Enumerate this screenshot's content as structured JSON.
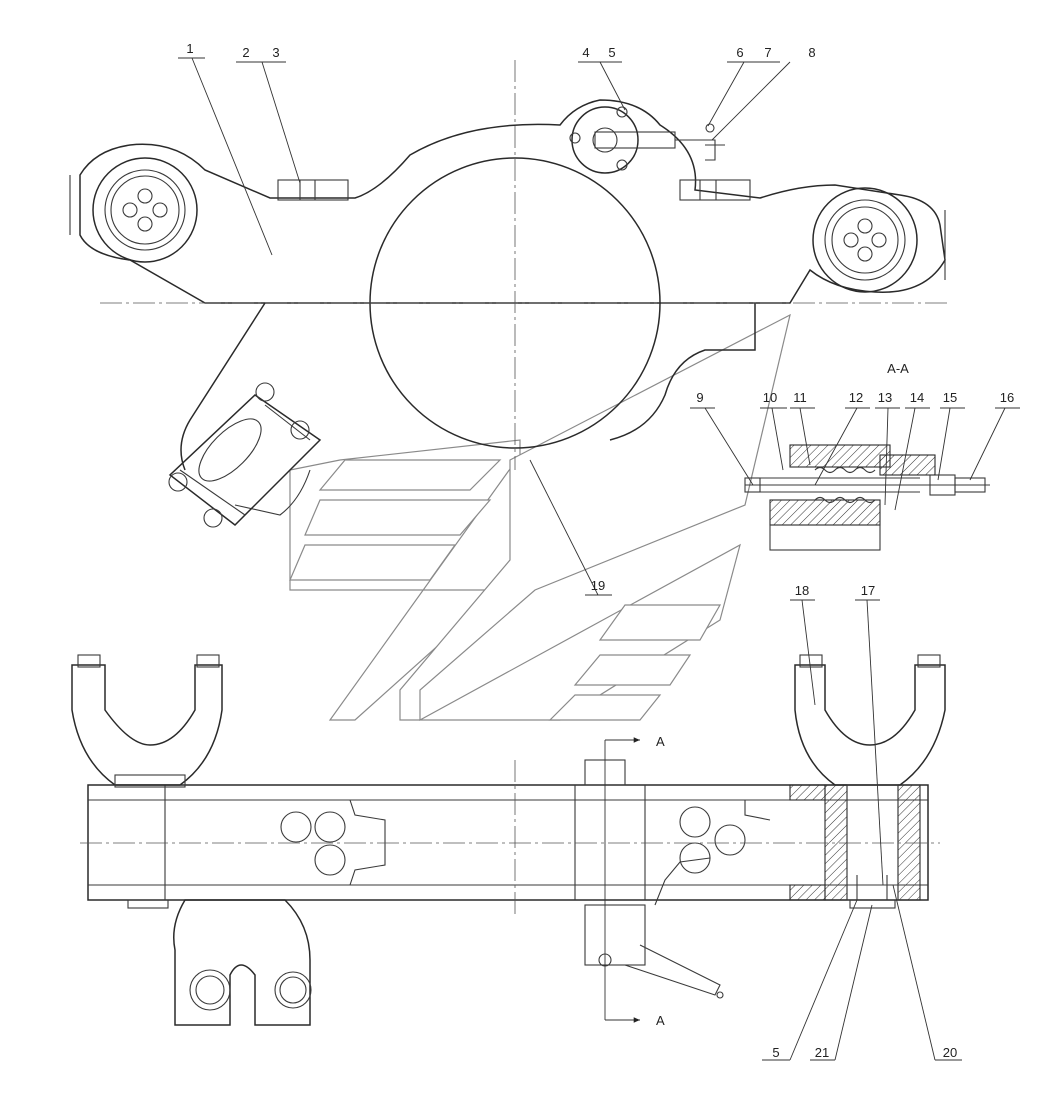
{
  "section_title": "A-A",
  "section_mark": "A",
  "callouts": [
    "1",
    "2",
    "3",
    "4",
    "5",
    "6",
    "7",
    "8",
    "9",
    "10",
    "11",
    "12",
    "13",
    "14",
    "15",
    "16",
    "17",
    "18",
    "19",
    "20",
    "5",
    "21"
  ]
}
